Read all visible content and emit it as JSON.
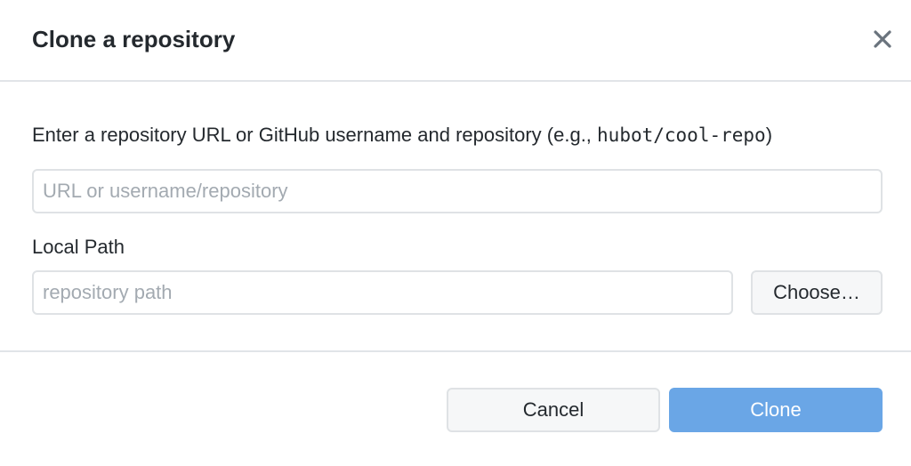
{
  "dialog": {
    "title": "Clone a repository",
    "close_icon": "close-icon"
  },
  "form": {
    "instructions_prefix": "Enter a repository URL or GitHub username and repository (e.g., ",
    "instructions_example": "hubot/cool-repo",
    "instructions_suffix": ")",
    "url_input": {
      "value": "",
      "placeholder": "URL or username/repository"
    },
    "local_path_label": "Local Path",
    "path_input": {
      "value": "",
      "placeholder": "repository path"
    },
    "choose_label": "Choose…"
  },
  "footer": {
    "cancel_label": "Cancel",
    "clone_label": "Clone"
  },
  "colors": {
    "primary_button": "#6aa6e6",
    "border": "#dfe2e5",
    "text": "#24292e",
    "placeholder": "#a3aab1"
  }
}
